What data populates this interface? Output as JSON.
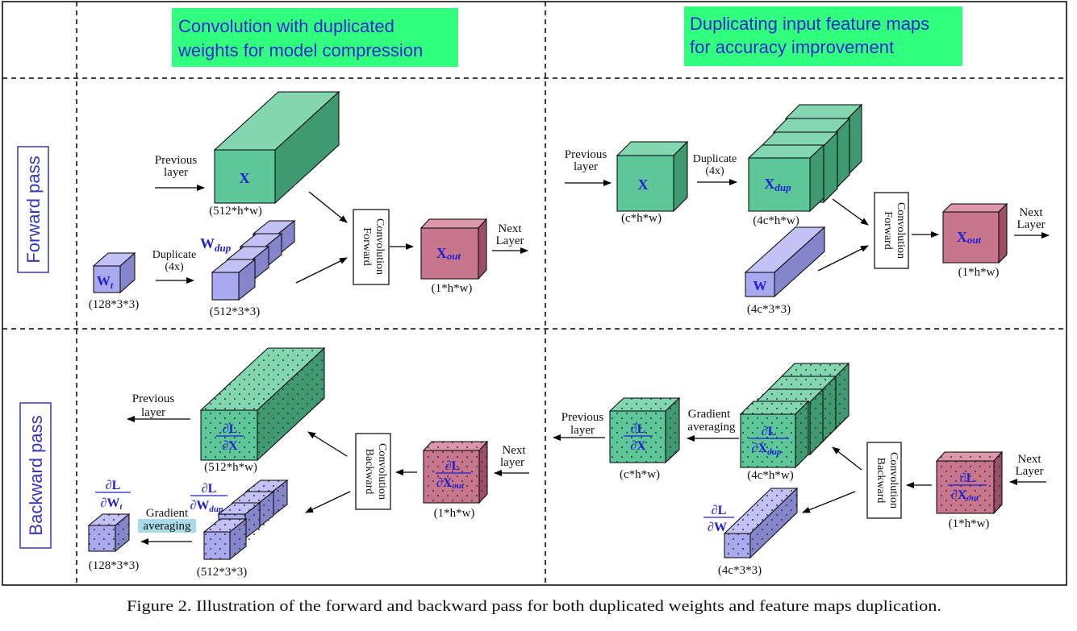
{
  "headers": {
    "left": [
      "Convolution with duplicated",
      "weights for model compression"
    ],
    "right": [
      "Duplicating input feature maps",
      "for accuracy improvement"
    ]
  },
  "rows": {
    "forward": "Forward pass",
    "backward": "Backward pass"
  },
  "forward_left": {
    "prev_layer": [
      "Previous",
      "layer"
    ],
    "x_label": "X",
    "x_dims": "(512*h*w)",
    "wdup_label": "W",
    "wdup_sub": "dup",
    "wdup_dims": "(512*3*3)",
    "wt_label": "W",
    "wt_sub": "t",
    "wt_dims": "(128*3*3)",
    "duplicate": [
      "Duplicate",
      "(4x)"
    ],
    "conv_box": [
      "Forward",
      "Convolution"
    ],
    "xout_label": "X",
    "xout_sub": "out",
    "xout_dims": "(1*h*w)",
    "next_layer": [
      "Next",
      "Layer"
    ]
  },
  "forward_right": {
    "prev_layer": [
      "Previous",
      "layer"
    ],
    "x_label": "X",
    "x_dims": "(c*h*w)",
    "duplicate": [
      "Duplicate",
      "(4x)"
    ],
    "xdup_label": "X",
    "xdup_sub": "dup",
    "xdup_dims": "(4c*h*w)",
    "w_label": "W",
    "w_dims": "(4c*3*3)",
    "conv_box": [
      "Forward",
      "Convolution"
    ],
    "xout_label": "X",
    "xout_sub": "out",
    "xout_dims": "(1*h*w)",
    "next_layer": [
      "Next",
      "Layer"
    ]
  },
  "backward_left": {
    "prev_layer": [
      "Previous",
      "layer"
    ],
    "grad_num": "∂L",
    "grad_x_den": "∂X",
    "x_dims": "(512*h*w)",
    "grad_wdup_den": "∂W",
    "grad_wdup_sub": "dup",
    "wdup_dims": "(512*3*3)",
    "grad_wt_den": "∂W",
    "grad_wt_sub": "t",
    "wt_dims": "(128*3*3)",
    "gradient_averaging": [
      "Gradient",
      "averaging"
    ],
    "conv_box": [
      "Backward",
      "Convolution"
    ],
    "grad_xout_den": "∂X",
    "grad_xout_sub": "out",
    "xout_dims": "(1*h*w)",
    "next_layer": [
      "Next",
      "layer"
    ]
  },
  "backward_right": {
    "prev_layer": [
      "Previous",
      "layer"
    ],
    "grad_num": "∂L",
    "grad_x_den": "∂X",
    "x_dims": "(c*h*w)",
    "gradient_averaging": [
      "Gradient",
      "averaging"
    ],
    "grad_xdup_den": "∂X",
    "grad_xdup_sub": "dup",
    "xdup_dims": "(4c*h*w)",
    "grad_w_den": "∂W",
    "w_dims": "(4c*3*3)",
    "conv_box": [
      "Backward",
      "Convolution"
    ],
    "grad_xout_den": "∂X",
    "grad_xout_sub": "out",
    "xout_dims": "(1*h*w)",
    "next_layer": [
      "Next",
      "Layer"
    ]
  },
  "caption": "Figure 2. Illustration of the forward and backward pass for both duplicated weights and feature maps duplication.",
  "colors": {
    "header_bg": "#33ff7f",
    "header_text": "#2a2ad0",
    "row_label": "#3535c0",
    "green_front": "#5dc79a",
    "green_top": "#82d6b0",
    "green_side": "#3f9a72",
    "purple_front": "#a9a9ef",
    "purple_top": "#c2c2f6",
    "purple_side": "#8585cc",
    "red_front": "#c8758e",
    "red_top": "#dc97ab",
    "red_side": "#9c4f66",
    "math_blue": "#1f1fd0",
    "highlight": "#a9dbe9"
  }
}
